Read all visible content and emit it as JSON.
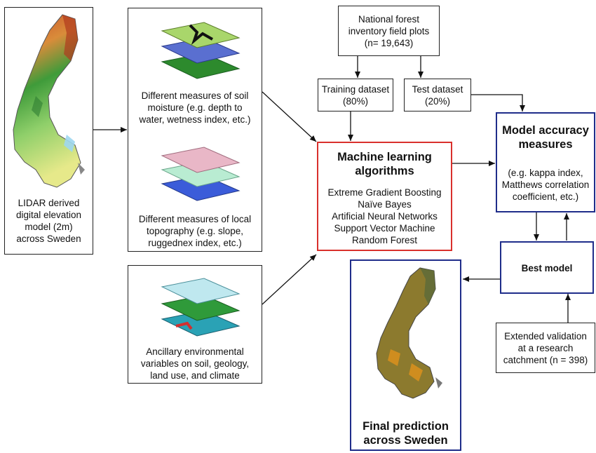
{
  "lidar": {
    "lines": [
      "LIDAR derived",
      "digital elevation",
      "model (2m)",
      "across Sweden"
    ]
  },
  "soil_moisture": {
    "lines": [
      "Different measures of soil",
      "moisture (e.g. depth to",
      "water, wetness index, etc.)"
    ]
  },
  "topography": {
    "lines": [
      "Different measures of local",
      "topography (e.g. slope,",
      "ruggednex index, etc.)"
    ]
  },
  "ancillary": {
    "lines": [
      "Ancillary environmental",
      "variables on soil, geology,",
      "land use, and climate"
    ]
  },
  "field_plots": {
    "lines": [
      "National forest",
      "inventory field plots",
      "(n= 19,643)"
    ]
  },
  "training": {
    "lines": [
      "Training dataset",
      "(80%)"
    ]
  },
  "test": {
    "lines": [
      "Test dataset",
      "(20%)"
    ]
  },
  "ml": {
    "title_lines": [
      "Machine learning",
      "algorithms"
    ],
    "algorithms": [
      "Extreme Gradient Boosting",
      "Naïve Bayes",
      "Artificial Neural Networks",
      "Support Vector Machine",
      "Random Forest"
    ]
  },
  "accuracy": {
    "title_lines": [
      "Model accuracy",
      "measures"
    ],
    "detail_lines": [
      "(e.g. kappa index,",
      "Matthews correlation",
      "coefficient, etc.)"
    ]
  },
  "best_model": {
    "label": "Best model"
  },
  "extended": {
    "lines": [
      "Extended validation",
      "at a research",
      "catchment (n = 398)"
    ]
  },
  "final": {
    "title_lines": [
      "Final prediction",
      "across Sweden"
    ]
  },
  "colors": {
    "ml_border": "#d9302c",
    "accent_border": "#1f2d8a"
  }
}
